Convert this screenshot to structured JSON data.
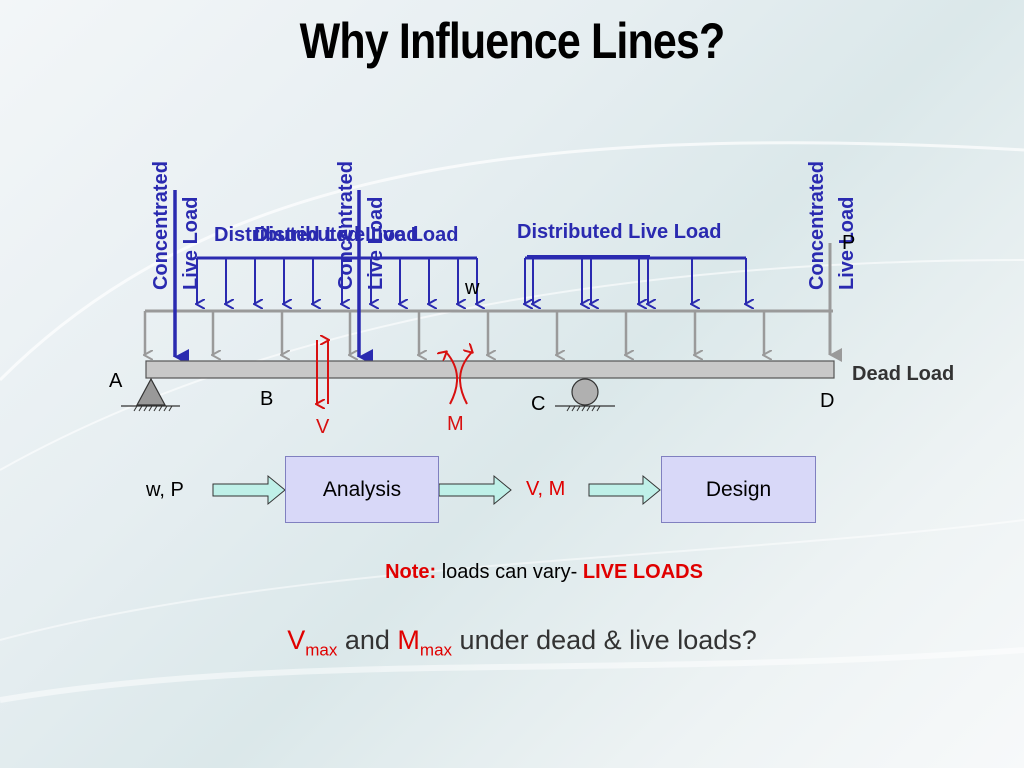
{
  "title": "Why Influence Lines?",
  "diagram": {
    "concentrated_live_load_1": [
      "Concentrated",
      "Live Load"
    ],
    "concentrated_live_load_2": [
      "Concentrated",
      "Live Load"
    ],
    "concentrated_live_load_3": [
      "Concentrated",
      "Live Load"
    ],
    "distributed_live_load_1": "Distributed Live Load",
    "distributed_live_load_2": "Distributed Live Load",
    "distributed_live_load_3": "Distributed Live Load",
    "w": "w",
    "P": "P",
    "dead_load": "Dead Load",
    "point_A": "A",
    "point_B": "B",
    "point_C": "C",
    "point_D": "D",
    "shear_label": "V",
    "moment_label": "M"
  },
  "flow": {
    "input": "w, P",
    "analysis": "Analysis",
    "intermediate": "V, M",
    "design": "Design"
  },
  "note": {
    "prefix": "Note:",
    "text": " loads can vary- ",
    "emphasis": "LIVE LOADS"
  },
  "question": {
    "v": "V",
    "v_sub": "max",
    "and": " and ",
    "m": "M",
    "m_sub": "max",
    "rest": " under dead & live loads?"
  },
  "colors": {
    "blue": "#2a2ab0",
    "red": "#d81010",
    "gray": "#9a9a9a",
    "box_fill": "#d8d8f8"
  }
}
